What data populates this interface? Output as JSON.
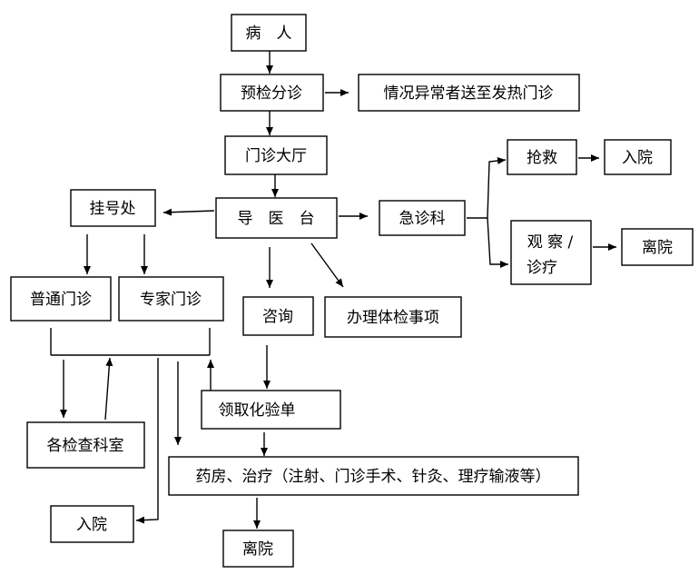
{
  "nodes": {
    "patient": "病　人",
    "triage": "预检分诊",
    "fever": "情况异常者送至发热门诊",
    "hall": "门诊大厅",
    "guide": "导　医　台",
    "register": "挂号处",
    "emergency": "急诊科",
    "rescue": "抢救",
    "admit_er": "入院",
    "observe_line1": "观 察 /",
    "observe_line2": "诊疗",
    "discharge_er": "离院",
    "general": "普通门诊",
    "expert": "专家门诊",
    "consult": "咨询",
    "checkup": "办理体检事项",
    "labslip": "领取化验单",
    "exam_rooms": "各检查科室",
    "pharmacy": "药房、治疗（注射、门诊手术、针灸、理疗输液等）",
    "admit": "入院",
    "discharge": "离院"
  }
}
